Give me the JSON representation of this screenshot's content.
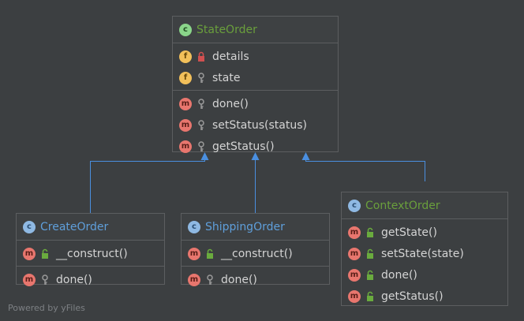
{
  "state_order": {
    "name": "StateOrder",
    "fields": [
      {
        "name": "details",
        "visibility": "private"
      },
      {
        "name": "state",
        "visibility": "protected"
      }
    ],
    "methods": [
      {
        "name": "done()",
        "visibility": "protected"
      },
      {
        "name": "setStatus(status)",
        "visibility": "protected"
      },
      {
        "name": "getStatus()",
        "visibility": "protected"
      }
    ]
  },
  "create_order": {
    "name": "CreateOrder",
    "constructor": "__construct()",
    "methods": [
      {
        "name": "done()",
        "visibility": "protected"
      }
    ]
  },
  "shipping_order": {
    "name": "ShippingOrder",
    "constructor": "__construct()",
    "methods": [
      {
        "name": "done()",
        "visibility": "protected"
      }
    ]
  },
  "context_order": {
    "name": "ContextOrder",
    "methods": [
      {
        "name": "getState()",
        "visibility": "public"
      },
      {
        "name": "setState(state)",
        "visibility": "public"
      },
      {
        "name": "done()",
        "visibility": "public"
      },
      {
        "name": "getStatus()",
        "visibility": "public"
      }
    ]
  },
  "footer": "Powered by yFiles",
  "colors": {
    "background": "#3c3f41",
    "border": "#5c5e60",
    "abstract_name": "#6a9f3c",
    "class_name": "#5f9fdb",
    "edge": "#4a8fe0",
    "public_lock": "#6aab3e",
    "private_lock": "#d05050",
    "protected_key": "#9a9a9a"
  }
}
